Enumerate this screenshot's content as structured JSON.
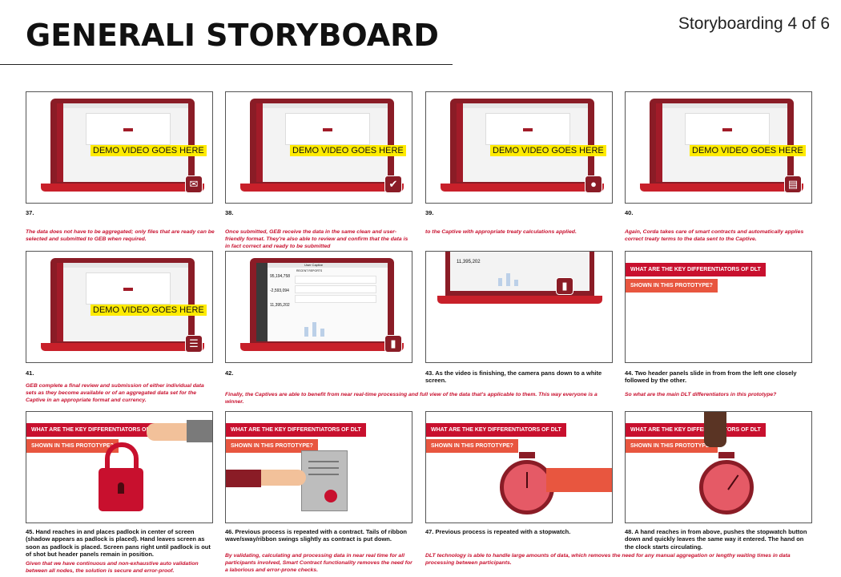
{
  "header": {
    "title": "GENERALI STORYBOARD",
    "page": "Storyboarding 4 of 6"
  },
  "laptop": {
    "demo_label": "DEMO VIDEO GOES HERE",
    "window_title": "Generali",
    "card_title": "Fine piece"
  },
  "dashboard": {
    "title": "User Captive",
    "stat1": "95,194,758",
    "stat2": "-2,593,094",
    "stat3": "11,395,202",
    "section": "RECENT REPORTS"
  },
  "differentiator": {
    "line1": "WHAT ARE THE KEY DIFFERENTIATORS OF DLT",
    "line2": "SHOWN IN THIS PROTOTYPE?"
  },
  "frames": [
    {
      "num": "37.",
      "note": "The data does not have to be aggregated; only files that are ready can be selected and submitted to GEB when required.",
      "icon": "envelope-icon"
    },
    {
      "num": "38.",
      "note": "Once submitted, GEB receive the data in the same clean and user-friendly format. They're also able to review and confirm that the data is in fact correct and ready to be submitted",
      "icon": "check-circle-icon"
    },
    {
      "num": "39.",
      "note": "to the Captive with appropriate treaty calculations applied.",
      "icon": "user-icon"
    },
    {
      "num": "40.",
      "note": "Again, Corda takes care of smart contracts and automatically applies correct treaty terms to the data sent to the Captive.",
      "icon": "contract-icon"
    },
    {
      "num": "41.",
      "note": "GEB complete a final review and submission of either individual data sets as they become available or of an aggregated data set for the Captive in an appropriate format and currency.",
      "icon": "clipboard-icon"
    },
    {
      "num": "42.",
      "note": "Finally, the Captives are able to benefit from near real-time processing and full view of the data that's applicable to them. This way everyone is a winner.",
      "icon": "bar-chart-icon"
    },
    {
      "num": "43. As the video is finishing, the camera pans down to a white screen.",
      "note": "",
      "icon": "bar-chart-icon"
    },
    {
      "num": "44. Two header panels slide in from from the left one closely followed by the other.",
      "note": "So what are the main DLT differentiators in this prototype?",
      "icon": ""
    },
    {
      "num": "45. Hand reaches in and places padlock in center of screen (shadow appears as padlock is placed). Hand leaves screen as soon as padlock is placed. Screen pans right until padlock is out of shot but header panels remain in position.",
      "note": "Given that we have continuous and non-exhaustive auto validation between all nodes, the solution is secure and error-proof.",
      "icon": "padlock-icon"
    },
    {
      "num": "46. Previous process is repeated with a contract. Tails of ribbon wave/sway/ribbon swings slightly as contract is put down.",
      "note": "By validating, calculating and processing data in near real time for all participants involved, Smart Contract functionality removes the need for a laborious and error-prone checks.",
      "icon": "contract-ribbon-icon"
    },
    {
      "num": "47. Previous process is repeated with a stopwatch.",
      "note": "DLT technology is able to handle large amounts of data, which removes the need for any manual aggregation or lengthy waiting times in data processing between participants.",
      "icon": "stopwatch-icon"
    },
    {
      "num": "48. A hand reaches in from above, pushes the stopwatch button down and quickly leaves the same way it entered. The hand on the clock starts circulating.",
      "note": "",
      "icon": "stopwatch-icon"
    }
  ],
  "colors": {
    "accent": "#c8102e",
    "laptop": "#8a1c26",
    "highlight": "#ffeb00",
    "orange": "#e8563f"
  }
}
